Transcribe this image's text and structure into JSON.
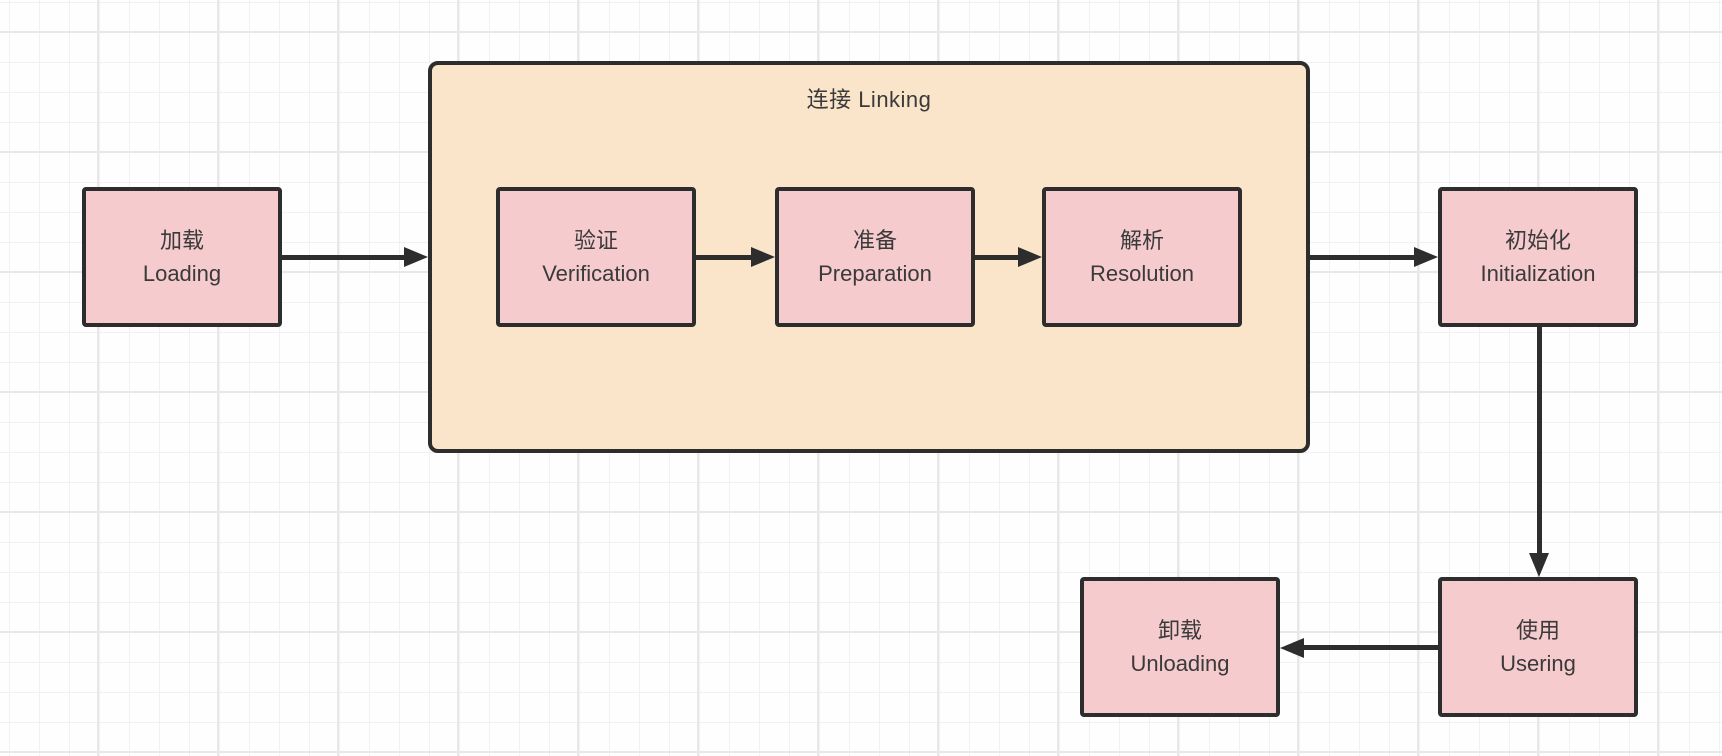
{
  "colors": {
    "canvas_bg": "#fefefe",
    "grid_minor": "#f1f1f1",
    "grid_major": "#e8e8e8",
    "node_fill": "#f5cbce",
    "group_fill": "#fae5cb",
    "stroke": "#2d2d2d",
    "text": "#3a3a3a"
  },
  "group": {
    "title": "连接 Linking"
  },
  "nodes": {
    "loading": {
      "zh": "加载",
      "en": "Loading"
    },
    "verification": {
      "zh": "验证",
      "en": "Verification"
    },
    "preparation": {
      "zh": "准备",
      "en": "Preparation"
    },
    "resolution": {
      "zh": "解析",
      "en": "Resolution"
    },
    "initialization": {
      "zh": "初始化",
      "en": "Initialization"
    },
    "usering": {
      "zh": "使用",
      "en": "Usering"
    },
    "unloading": {
      "zh": "卸载",
      "en": "Unloading"
    }
  },
  "edges": [
    {
      "from": "loading",
      "to": "linking-group"
    },
    {
      "from": "verification",
      "to": "preparation"
    },
    {
      "from": "preparation",
      "to": "resolution"
    },
    {
      "from": "linking-group",
      "to": "initialization"
    },
    {
      "from": "initialization",
      "to": "usering"
    },
    {
      "from": "usering",
      "to": "unloading"
    }
  ]
}
